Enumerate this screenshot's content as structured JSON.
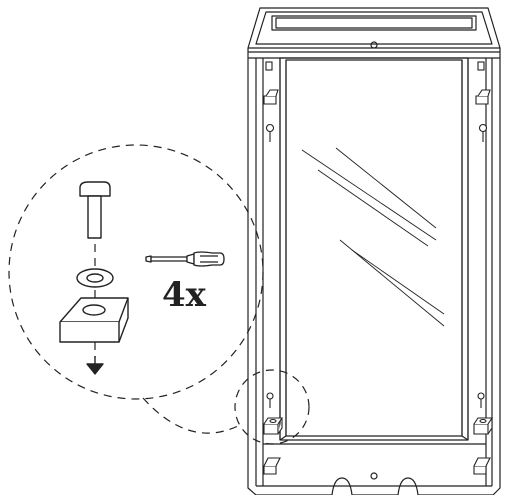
{
  "instruction": {
    "quantity_label": "4x",
    "tool": "screwdriver-icon",
    "parts": [
      "bolt-icon",
      "washer-icon",
      "square-nut-icon",
      "down-arrow-icon"
    ]
  },
  "product": {
    "name": "cabinet-frame",
    "glass_door": "glass-pane",
    "fixing_points": 4
  },
  "colors": {
    "line": "#222222",
    "background": "#ffffff"
  }
}
